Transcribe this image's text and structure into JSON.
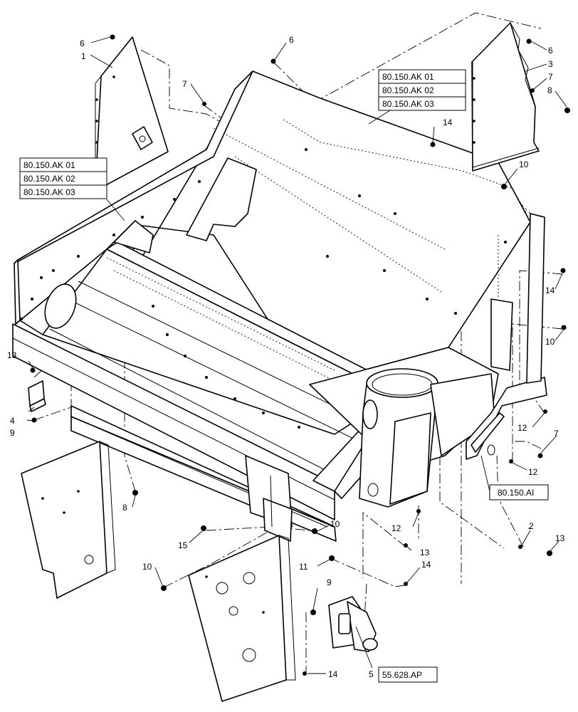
{
  "callouts": {
    "c1": "1",
    "c2": "2",
    "c3": "3",
    "c4": "4",
    "c5": "5",
    "c6a": "6",
    "c6b": "6",
    "c6c": "6",
    "c7a": "7",
    "c7b": "7",
    "c7c": "7",
    "c8a": "8",
    "c8b": "8",
    "c9a": "9",
    "c9b": "9",
    "c10a": "10",
    "c10b": "10",
    "c10c": "10",
    "c10d": "10",
    "c11": "11",
    "c12a": "12",
    "c12b": "12",
    "c12c": "12",
    "c13a": "13",
    "c13b": "13",
    "c13c": "13",
    "c14a": "14",
    "c14b": "14",
    "c14c": "14",
    "c14d": "14",
    "c15": "15"
  },
  "refs": {
    "left_group": [
      "80.150.AK 01",
      "80.150.AK 02",
      "80.150.AK 03"
    ],
    "top_group": [
      "80.150.AK 01",
      "80.150.AK 02",
      "80.150.AK 03"
    ],
    "right_ref": "80.150.AI",
    "bottom_ref": "55.628.AP"
  }
}
